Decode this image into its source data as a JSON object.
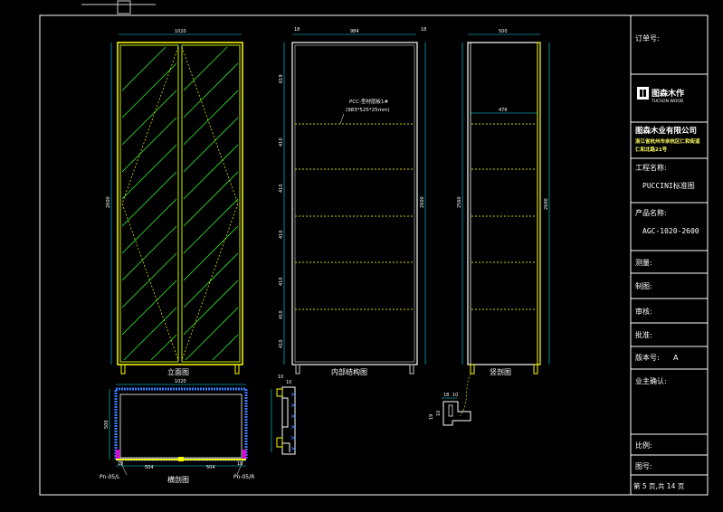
{
  "views": {
    "front_label": "立面图",
    "internal_label": "内部结构图",
    "side_label": "竖剖图",
    "plan_label": "横剖图"
  },
  "dims": {
    "front_width": "1020",
    "front_height": "2600",
    "int_left": "18",
    "int_width": "984",
    "int_right": "18",
    "int_height": "2600",
    "int_shelves": [
      "619",
      "410",
      "410",
      "410",
      "410",
      "410",
      "410"
    ],
    "side_top": "500",
    "side_inner": "476",
    "side_height": "2560",
    "side_total": "2600",
    "plan_width": "1020",
    "plan_depth": "500",
    "plan_left_gap": "18",
    "plan_mid_left": "504",
    "plan_mid_right": "504",
    "plan_right_gap": "18",
    "detail_a1": "10",
    "detail_a2": "10",
    "detail_b1": "18",
    "detail_b2": "10",
    "detail_b3": "19",
    "detail_b4": "10"
  },
  "annotations": {
    "shelf_note_line1": "PCC-型材层板1#",
    "shelf_note_line2": "(983*525*25mm)",
    "plan_left_tag": "Pn-05/L",
    "plan_right_tag": "Pn-05/R"
  },
  "title_block": {
    "order_label": "订单号:",
    "logo_cn": "图森木作",
    "logo_en": "TUCSON WOOD",
    "company": "图森木业有限公司",
    "address_line1": "浙江省杭州市余杭区仁和街道",
    "address_line2": "仁和北路21号",
    "project_label": "工程名称:",
    "project_value": "PUCCINI标准图",
    "product_label": "产品名称:",
    "product_value": "AGC-1020-2600",
    "measure_label": "测量:",
    "drawing_label": "制图:",
    "review_label": "审核:",
    "approve_label": "批准:",
    "version_label": "版本号:",
    "version_value": "A",
    "owner_label": "业主确认:",
    "scale_label": "比例:",
    "drawing_no_label": "图号:",
    "page_label": "第 5 页,共 14 页"
  },
  "colors": {
    "frame": "#ffffff",
    "door": "#ffff00",
    "hatch": "#2ee62e",
    "dims": "#00e5ff",
    "shelf": "#a8a800"
  }
}
